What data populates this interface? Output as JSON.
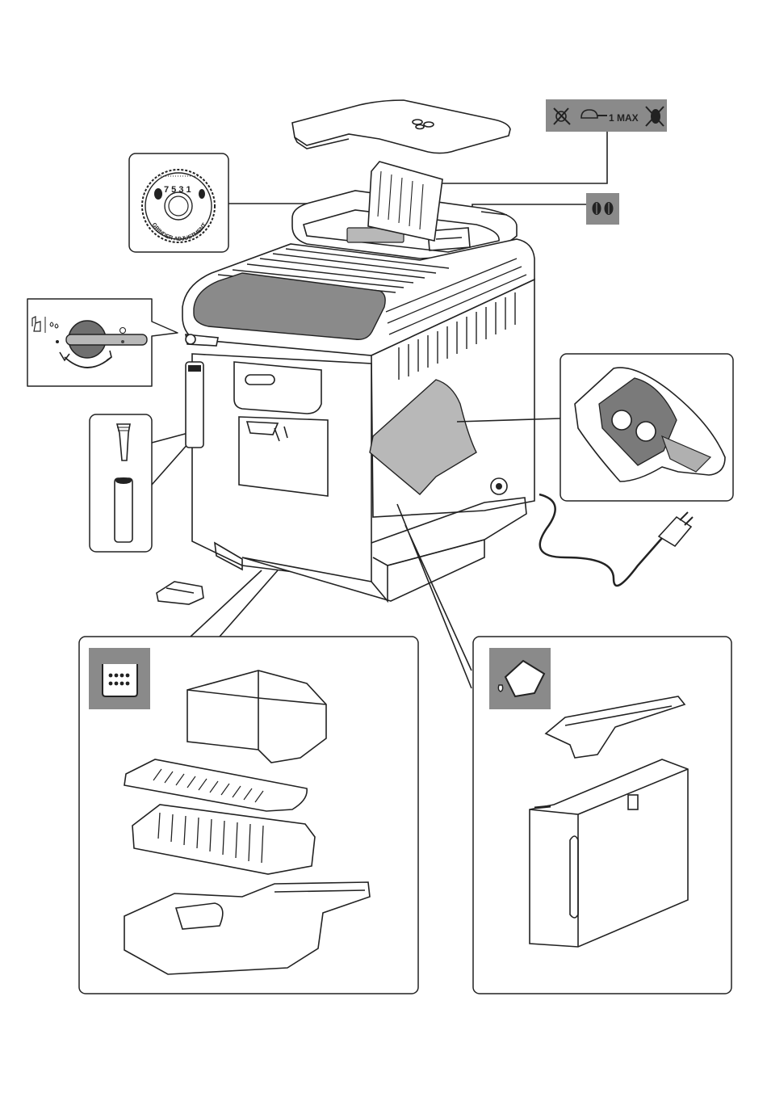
{
  "labels": {
    "capacity": "1 MAX",
    "grinder_scale": "7 5 3 1",
    "grinder_ring": "GRINDER ADJUSTMENT"
  },
  "colors": {
    "icon_tile": "#8a8a8a",
    "line": "#222222",
    "panel_fill": "#b8b8b8"
  },
  "icons": {
    "no_coffee_powder": "no-coffee-powder-icon",
    "measure_scoop": "measure-scoop-icon",
    "no_ground_beans": "no-ground-beans-icon",
    "coffee_beans": "coffee-beans-icon",
    "coffee_grounds_container": "grounds-container-icon",
    "water_tank": "water-tank-icon"
  }
}
